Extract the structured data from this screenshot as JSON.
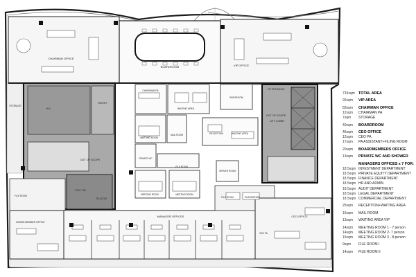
{
  "rooms": {
    "chairman_office": "CHAIRMAN OFFICE",
    "vip_office": "VIP OFFICE",
    "boardroom": "BOARDROOM",
    "storage": "STORAGE",
    "pantry": "PANTRY",
    "wc": "W.C",
    "out_of_scope_left": "OUT OF SCOPE",
    "out_of_scope_right": "OUT OF SCOPE",
    "lift_lobby": "LIFT LOBBY",
    "chairman_pa": "CHAIRMAN PA",
    "waiting_area_top": "WAITING AREA",
    "bathroom": "BATHROOM",
    "vip_entrance": "VIP ENTRANCE",
    "reception": "RECEPTION",
    "waiting_area_mid": "WAITING AREA",
    "meeting_room_1": "MEETING ROOM",
    "mail_room": "MAIL ROOM",
    "private_wc": "PRIVATE WC",
    "file_room_mid": "FILE ROOM",
    "server_room": "SERVER ROOM",
    "meeting_room_2": "MEETING ROOM",
    "meeting_room_3": "MEETING ROOM",
    "elec_rm": "ELEC. RM",
    "telecom": "TELECOM",
    "file_room_left": "FILE ROOM",
    "file_room_right": "FILE ROOM",
    "pa_assistant": "PA ASSISTANT",
    "board_member_office": "BOARD MEMBER OFFICE",
    "manager_offices": "MANAGER OFFICES",
    "ceo_office": "CEO OFFICE",
    "ceo_pa": "CEO PA"
  },
  "legend": [
    {
      "area": "733sqm",
      "name": "TOTAL AREA",
      "bold": true,
      "gap_after": true
    },
    {
      "area": "92sqm",
      "name": "VIP AREA",
      "bold": true,
      "gap_after": true
    },
    {
      "area": "83sqm",
      "name": "CHAIRMAN OFFICE",
      "bold": true
    },
    {
      "area": "12sqm",
      "name": "CHAIRMAN PA",
      "bold": false
    },
    {
      "area": "7sqm",
      "name": "STORAGE",
      "bold": false,
      "gap_after": true
    },
    {
      "area": "40sqm",
      "name": "BOARDROOM",
      "bold": true,
      "gap_after": true
    },
    {
      "area": "46sqm",
      "name": "CEO OFFICE",
      "bold": true
    },
    {
      "area": "12sqm",
      "name": "CEO PA",
      "bold": false
    },
    {
      "area": "17sqm",
      "name": "PA ASSISTANT+FILING ROOM",
      "bold": false,
      "gap_after": true
    },
    {
      "area": "20sqm",
      "name": "BOARDMEMBERS OFFICE",
      "bold": true,
      "gap_after": true
    },
    {
      "area": "13sqm",
      "name": "PRIVATE WC AND SHOWER",
      "bold": true,
      "gap_after": true
    },
    {
      "area": "",
      "name": "MANAGERS OFFICES x 7 FOR:",
      "bold": true
    },
    {
      "area": "18.5sqm",
      "name": "INVESTMENT DEPARTMENT",
      "bold": false
    },
    {
      "area": "18.5sqm",
      "name": "PRIVATE EQUITY DEPARTMENT",
      "bold": false
    },
    {
      "area": "18.5sqm",
      "name": "FINANCE DEPARTMENT",
      "bold": false
    },
    {
      "area": "18.5sqm",
      "name": "HR AND ADMIN",
      "bold": false
    },
    {
      "area": "18.5sqm",
      "name": "AUDIT DEPARTMENT",
      "bold": false
    },
    {
      "area": "18.5sqm",
      "name": "LEGAL DEPARTMENT",
      "bold": false
    },
    {
      "area": "18.5sqm",
      "name": "COMMERCIAL DEPARTMENT",
      "bold": false,
      "gap_after": true
    },
    {
      "area": "25sqm",
      "name": "RECEPTION+WAITING AREA",
      "bold": false,
      "gap_after": true
    },
    {
      "area": "16sqm",
      "name": "MAIL ROOM",
      "bold": false,
      "gap_after": true
    },
    {
      "area": "13sqm",
      "name": "WAITING AREA VIP",
      "bold": false,
      "gap_after": true
    },
    {
      "area": "14sqm",
      "name": "MEETING ROOM 1 - 7 person",
      "bold": false
    },
    {
      "area": "14sqm",
      "name": "MEETING ROOM 2- 7 person",
      "bold": false
    },
    {
      "area": "15sqm",
      "name": "MEETING ROOM 3 - 8 person",
      "bold": false,
      "gap_after": true
    },
    {
      "area": "9sqm",
      "name": "FILE ROOM I",
      "bold": false,
      "gap_after": true
    },
    {
      "area": "14sqm",
      "name": "FILE ROOM II",
      "bold": false
    }
  ],
  "colors": {
    "wall": "#1a1a1a",
    "out_of_scope_fill": "#a9a9a9",
    "core_fill": "#8a8a8a",
    "floor_fill": "#f0f0f0",
    "furniture_stroke": "#555555"
  }
}
